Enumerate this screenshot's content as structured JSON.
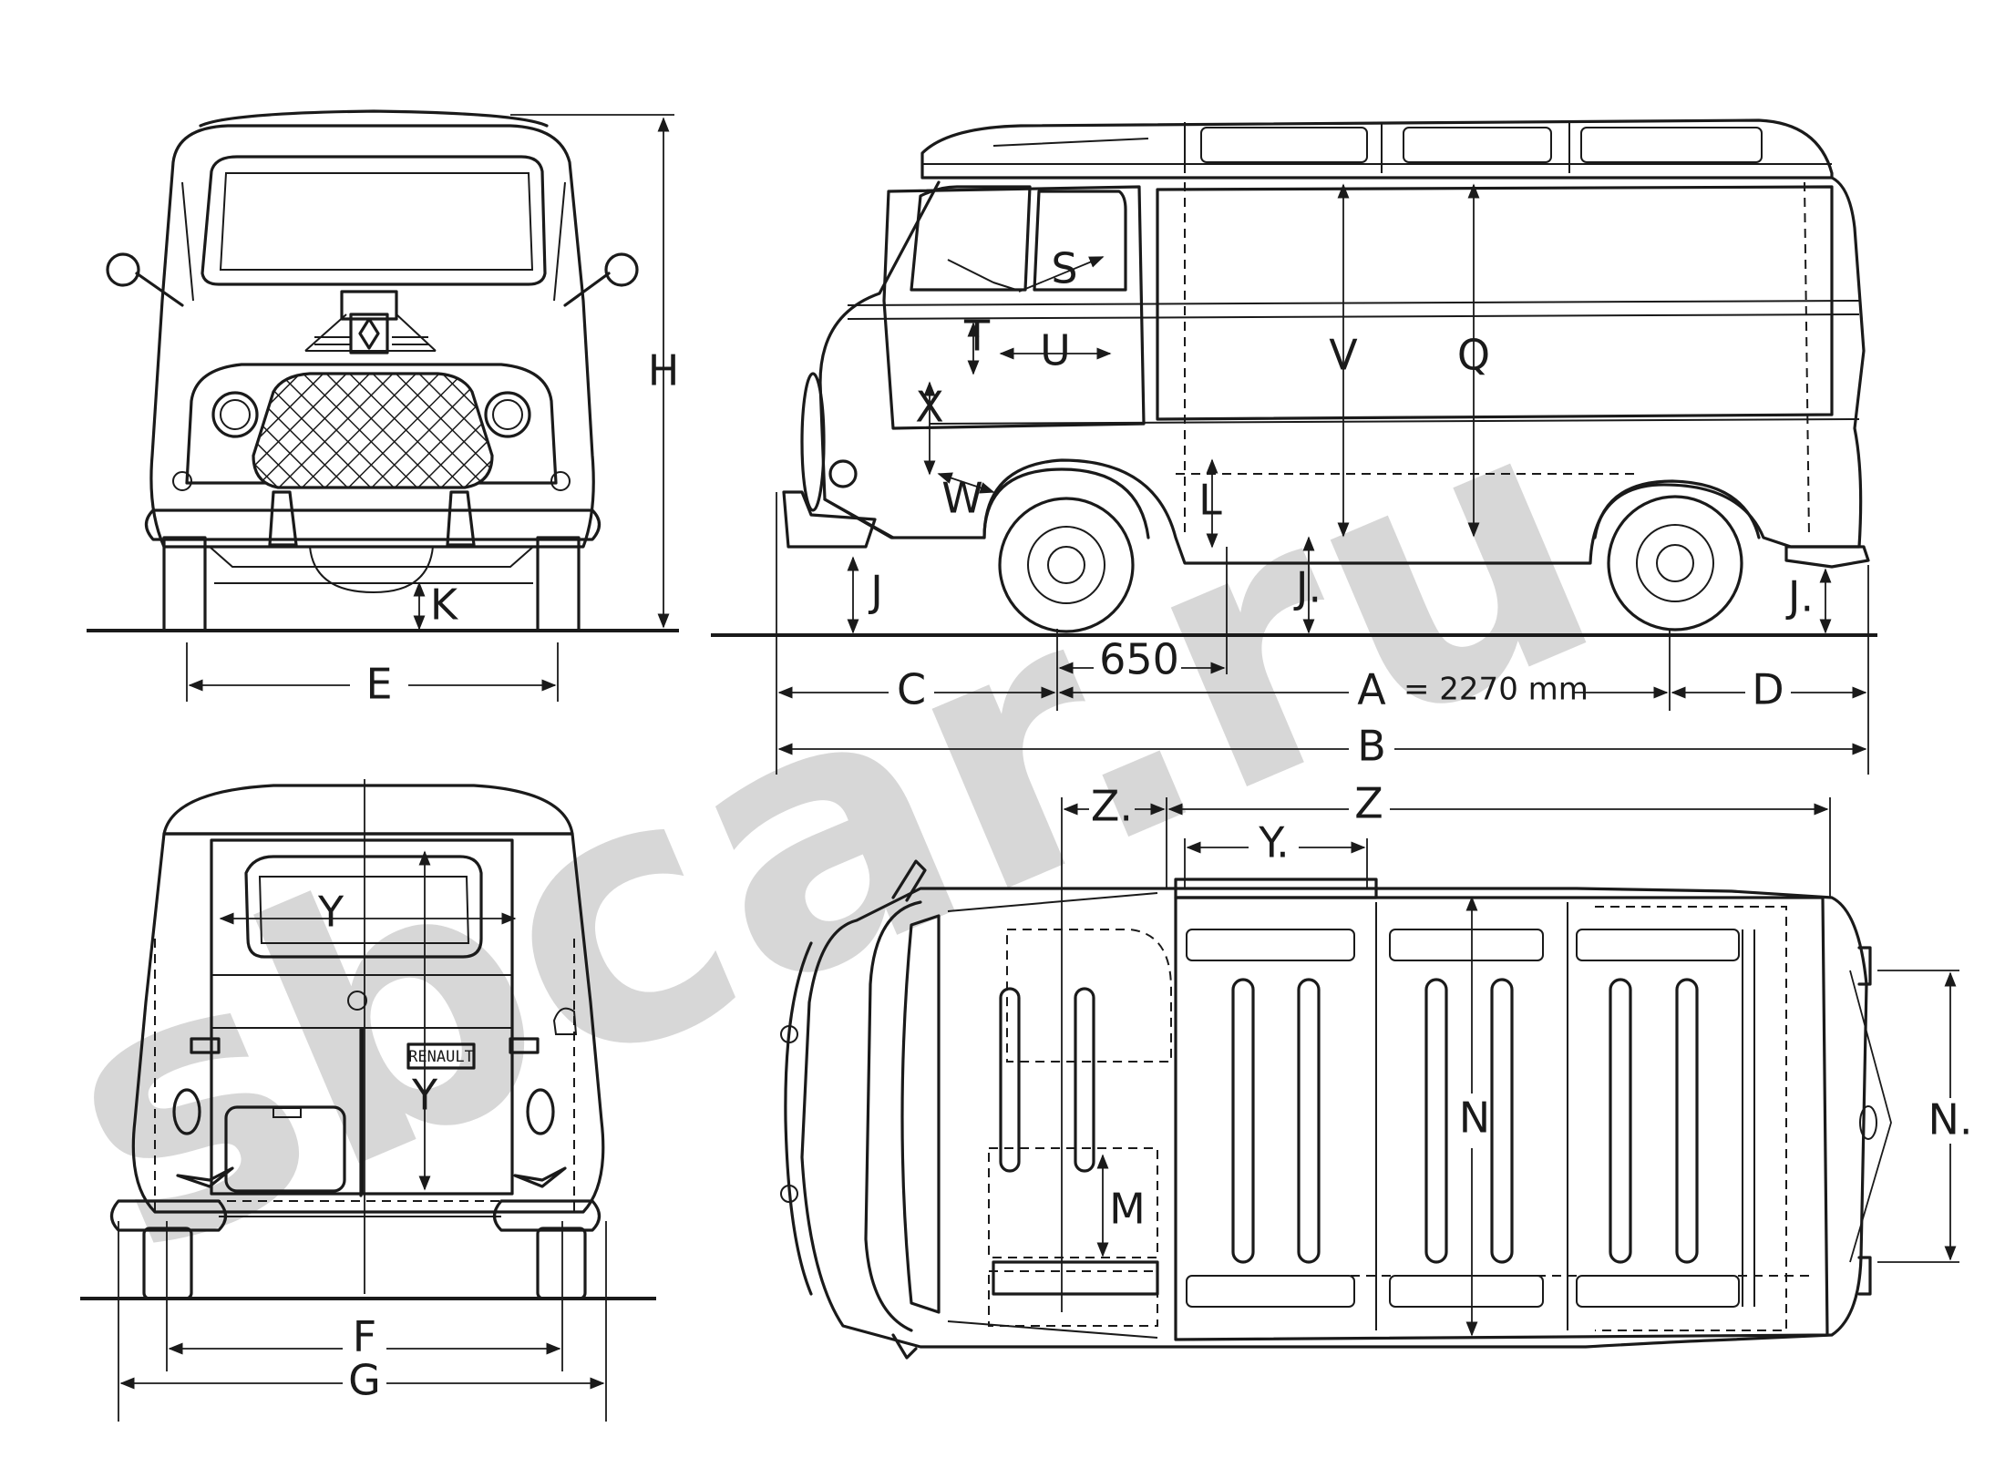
{
  "watermark": {
    "text": "sbcar.ru",
    "color": "#cfcfcf"
  },
  "views": {
    "front": {
      "dimension_labels": {
        "height": "H",
        "ground_clearance": "K",
        "track": "E"
      }
    },
    "side": {
      "dimension_labels": {
        "wheelbase": "A",
        "wheelbase_value": "= 2270 mm",
        "overall_length": "B",
        "front_overhang": "C",
        "rear_overhang": "D",
        "front_offset_value": "650",
        "sill_height_front": "J",
        "sill_height_mid": "J.",
        "sill_height_rear": "J.",
        "step_height": "L",
        "cargo_height": "Q",
        "door_opening_height": "V",
        "seat_reach": "S",
        "seat_height": "T",
        "cab_depth": "U",
        "seat_base": "W",
        "seat_cushion": "X"
      }
    },
    "rear": {
      "badge_text": "RENAULT",
      "dimension_labels": {
        "window_width": "Y",
        "door_height": "Y",
        "rear_track": "F",
        "overall_width": "G"
      }
    },
    "top": {
      "dimension_labels": {
        "cab_length": "Z.",
        "cargo_length": "Z",
        "roof_opening": "Y.",
        "interior_width": "N",
        "rear_width": "N.",
        "seat_width": "M"
      }
    }
  }
}
